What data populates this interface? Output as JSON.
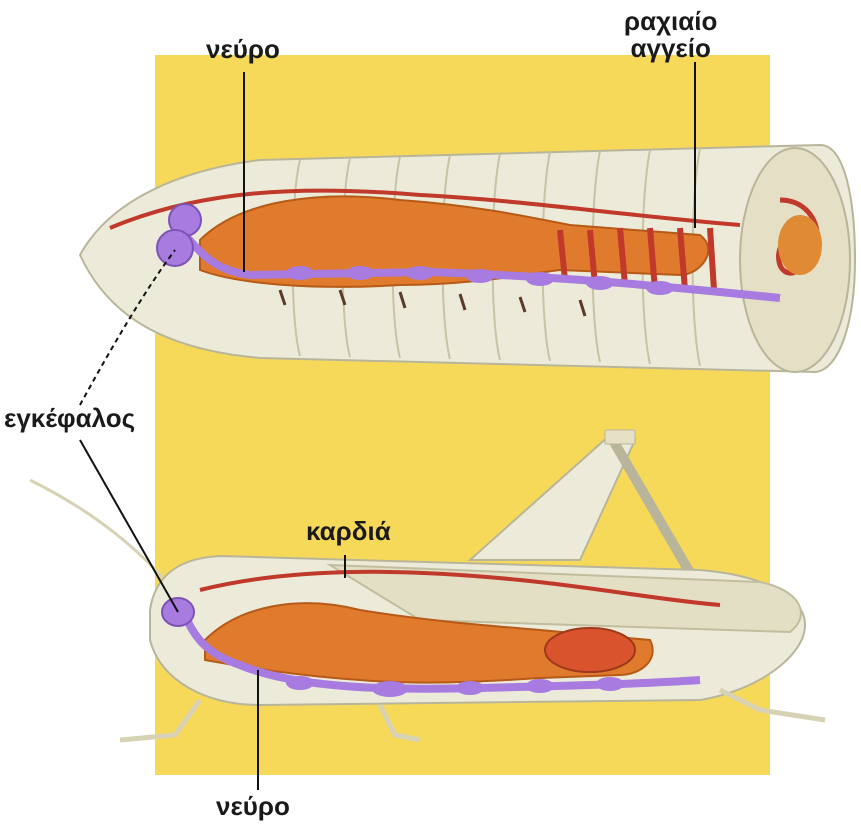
{
  "labels": {
    "nerve_top": "νεύρο",
    "dorsal_vessel_line1": "ραχιαίο",
    "dorsal_vessel_line2": "αγγείο",
    "brain": "εγκέφαλος",
    "heart": "καρδιά",
    "nerve_bottom": "νεύρο"
  },
  "colors": {
    "background_panel": "#f7d95a",
    "body_shell": "#ecebd9",
    "gut": "#e07a2c",
    "blood_vessel": "#c0392b",
    "nerve_cord": "#a77be0",
    "leader_line": "#111111"
  }
}
